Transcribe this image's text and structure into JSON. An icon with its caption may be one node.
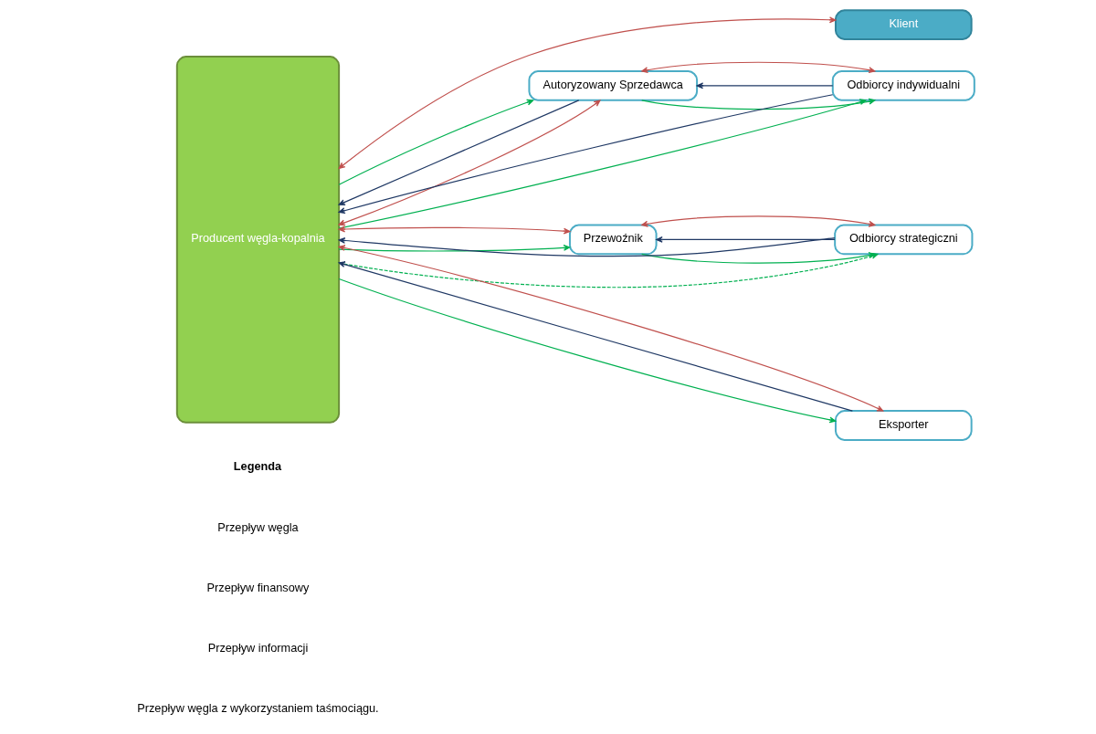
{
  "diagram": {
    "nodes": [
      {
        "text": [
          "Producent węgla-kopalnia"
        ]
      },
      {
        "text": [
          "Autoryzowany Sprzedawca"
        ]
      },
      {
        "text": [
          "Klient"
        ]
      },
      {
        "text": [
          "Odbiorcy indywidualni"
        ]
      },
      {
        "text": [
          "Przewoźnik"
        ]
      },
      {
        "text": [
          "Odbiorcy strategiczni"
        ]
      },
      {
        "text": [
          "Eksporter"
        ]
      }
    ],
    "edges": [
      {
        "from": 0,
        "to": 2,
        "arrow": "both",
        "color": "#c0504d"
      },
      {
        "from": 0,
        "to": 1,
        "arrow": "both",
        "color": "#c0504d"
      },
      {
        "from": 1,
        "to": 0,
        "arrow": "to",
        "color": "#1f3864"
      },
      {
        "from": 0,
        "to": 1,
        "arrow": "to",
        "color": "#00b050"
      },
      {
        "from": 1,
        "to": 3,
        "arrow": "to",
        "color": "#00b050"
      },
      {
        "from": 3,
        "to": 1,
        "arrow": "to",
        "color": "#1f3864"
      },
      {
        "from": 1,
        "to": 3,
        "arrow": "both",
        "color": "#c0504d"
      },
      {
        "from": 0,
        "to": 3,
        "arrow": "to",
        "color": "#00b050"
      },
      {
        "from": 3,
        "to": 0,
        "arrow": "to",
        "color": "#1f3864"
      },
      {
        "from": 5,
        "to": 0,
        "arrow": "to",
        "color": "#1f3864"
      },
      {
        "from": 0,
        "to": 4,
        "arrow": "to",
        "color": "#00b050"
      },
      {
        "from": 0,
        "to": 4,
        "arrow": "both",
        "color": "#c0504d"
      },
      {
        "from": 5,
        "to": 4,
        "arrow": "to",
        "color": "#1f3864"
      },
      {
        "from": 4,
        "to": 5,
        "arrow": "to",
        "color": "#00b050"
      },
      {
        "from": 4,
        "to": 5,
        "arrow": "both",
        "color": "#c0504d"
      },
      {
        "from": 0,
        "to": 5,
        "arrow": "to",
        "style": "dashed",
        "color": "#00b050"
      },
      {
        "from": 0,
        "to": 6,
        "arrow": "to",
        "color": "#00b050"
      },
      {
        "from": 6,
        "to": 0,
        "arrow": "to",
        "color": "#1f3864"
      },
      {
        "from": 0,
        "to": 6,
        "arrow": "both",
        "color": "#c0504d"
      }
    ],
    "labels": [
      "Legenda"
    ],
    "legend": [
      {
        "text": "Przepływ węgla"
      },
      {
        "text": "Przepływ finansowy"
      },
      {
        "text": "Przepływ informacji"
      },
      {
        "text": "Przepływ węgla z wykorzystaniem taśmociągu."
      }
    ]
  }
}
